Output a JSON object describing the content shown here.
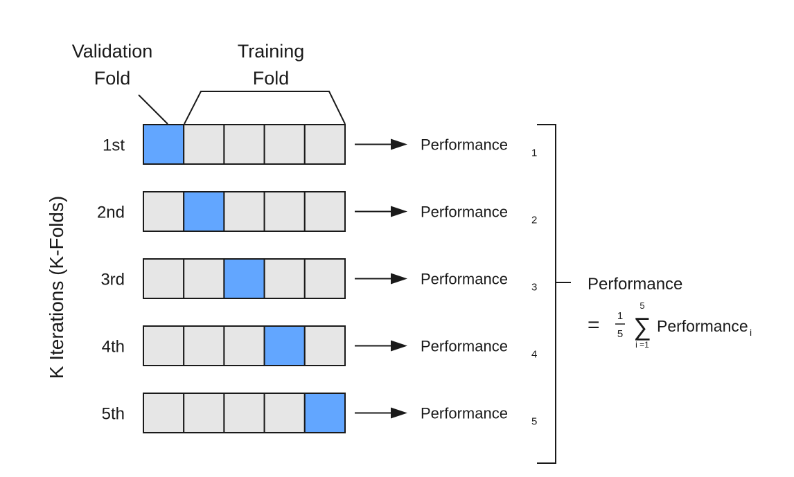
{
  "header": {
    "validation_line1": "Validation",
    "validation_line2": "Fold",
    "training_line1": "Training",
    "training_line2": "Fold"
  },
  "axis_label": "K Iterations (K-Folds)",
  "fold_count": 5,
  "iterations": [
    {
      "label": "1st",
      "validation_index": 0,
      "perf_text": "Performance",
      "perf_sub": "1"
    },
    {
      "label": "2nd",
      "validation_index": 1,
      "perf_text": "Performance",
      "perf_sub": "2"
    },
    {
      "label": "3rd",
      "validation_index": 2,
      "perf_text": "Performance",
      "perf_sub": "3"
    },
    {
      "label": "4th",
      "validation_index": 3,
      "perf_text": "Performance",
      "perf_sub": "4"
    },
    {
      "label": "5th",
      "validation_index": 4,
      "perf_text": "Performance",
      "perf_sub": "5"
    }
  ],
  "formula": {
    "title": "Performance",
    "equals": "=",
    "frac_num": "1",
    "frac_den": "5",
    "sum_symbol": "∑",
    "sum_upper": "5",
    "sum_lower": "i =1",
    "term": "Performance",
    "term_sub": "i"
  },
  "colors": {
    "validation": "#62a6ff",
    "training": "#e6e6e6",
    "stroke": "#1a1a1a"
  }
}
